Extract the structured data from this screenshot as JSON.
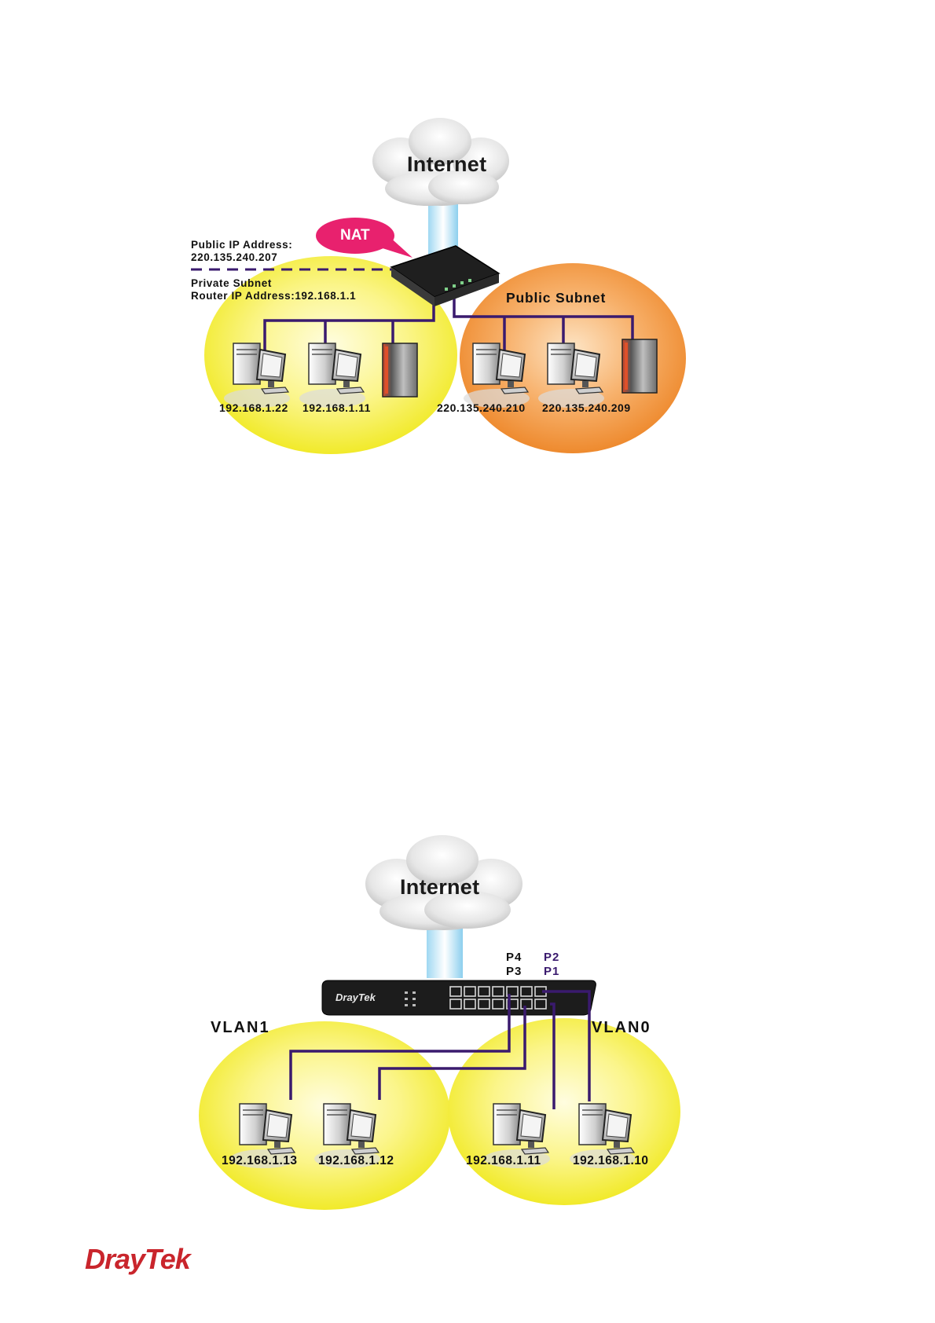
{
  "diagram1": {
    "cloud_label": "Internet",
    "nat_label": "NAT",
    "public_ip_label": "Public IP Address:",
    "public_ip_value": "220.135.240.207",
    "private_subnet_label": "Private Subnet",
    "router_ip_label": "Router IP Address:192.168.1.1",
    "public_subnet_label": "Public Subnet",
    "hosts": [
      "192.168.1.22",
      "192.168.1.11",
      "220.135.240.210",
      "220.135.240.209"
    ]
  },
  "diagram2": {
    "cloud_label": "Internet",
    "ports": [
      "P4",
      "P2",
      "P3",
      "P1"
    ],
    "vlan_left": "VLAN1",
    "vlan_right": "VLAN0",
    "hosts": [
      "192.168.1.13",
      "192.168.1.12",
      "192.168.1.11",
      "192.168.1.10"
    ],
    "router_brand": "DrayTek"
  },
  "footer": {
    "logo": "DrayTek"
  },
  "colors": {
    "private_zone": "#f4f03a",
    "public_zone": "#f09238",
    "cable": "#3a1a6e",
    "nat_bubble": "#e8216e",
    "logo": "#c9252c"
  }
}
